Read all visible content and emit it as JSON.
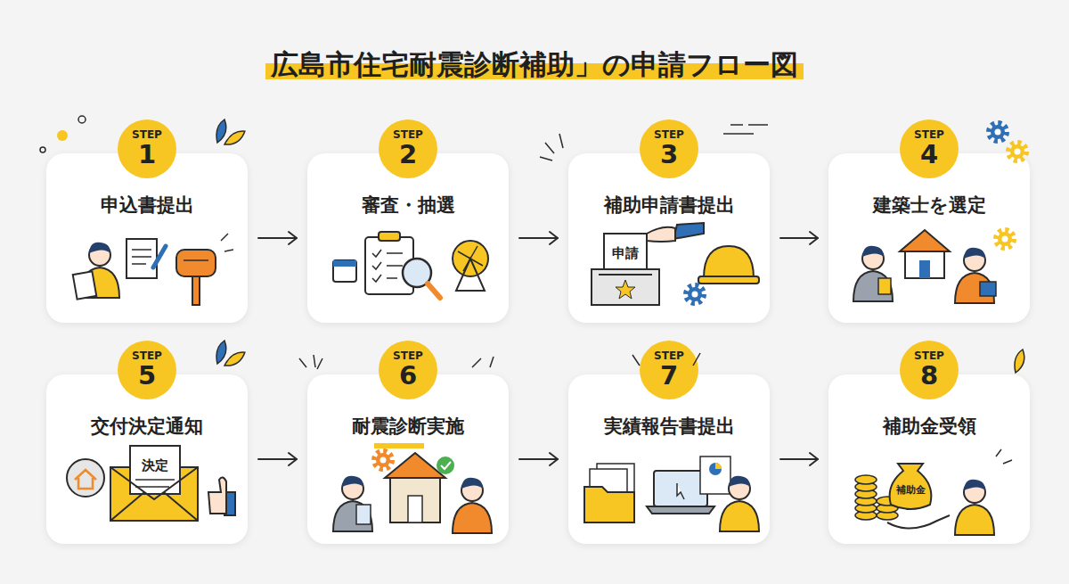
{
  "diagram": {
    "title": "広島市住宅耐震診断補助」の申請フロー図",
    "nodes": [
      {
        "text": [
          "申込書提出"
        ]
      },
      {
        "text": [
          "STEP",
          "1"
        ],
        "in": 0
      },
      {
        "text": [
          "審査・抽選"
        ]
      },
      {
        "text": [
          "STEP",
          "2"
        ],
        "in": 2
      },
      {
        "text": [
          "補助申請書提出"
        ]
      },
      {
        "text": [
          "STEP",
          "3"
        ],
        "in": 4
      },
      {
        "text": [
          "建築士を選定"
        ]
      },
      {
        "text": [
          "STEP",
          "4"
        ],
        "in": 6
      },
      {
        "text": [
          "交付決定通知"
        ]
      },
      {
        "text": [
          "STEP",
          "5"
        ],
        "in": 8
      },
      {
        "text": [
          "耐震診断実施"
        ]
      },
      {
        "text": [
          "STEP",
          "6"
        ],
        "in": 10
      },
      {
        "text": [
          "実績報告書提出"
        ]
      },
      {
        "text": [
          "STEP",
          "7"
        ],
        "in": 12
      },
      {
        "text": [
          "補助金受領"
        ]
      },
      {
        "text": [
          "STEP",
          "8"
        ],
        "in": 14
      }
    ],
    "edges": [
      {
        "from": 0,
        "to": 2,
        "arrow": "to"
      },
      {
        "from": 2,
        "to": 4,
        "arrow": "to"
      },
      {
        "from": 4,
        "to": 6,
        "arrow": "to"
      },
      {
        "from": 8,
        "to": 10,
        "arrow": "to"
      },
      {
        "from": 10,
        "to": 12,
        "arrow": "to"
      },
      {
        "from": 12,
        "to": 14,
        "arrow": "to"
      }
    ],
    "labels": [
      "申請",
      "決定",
      "補助金"
    ]
  }
}
